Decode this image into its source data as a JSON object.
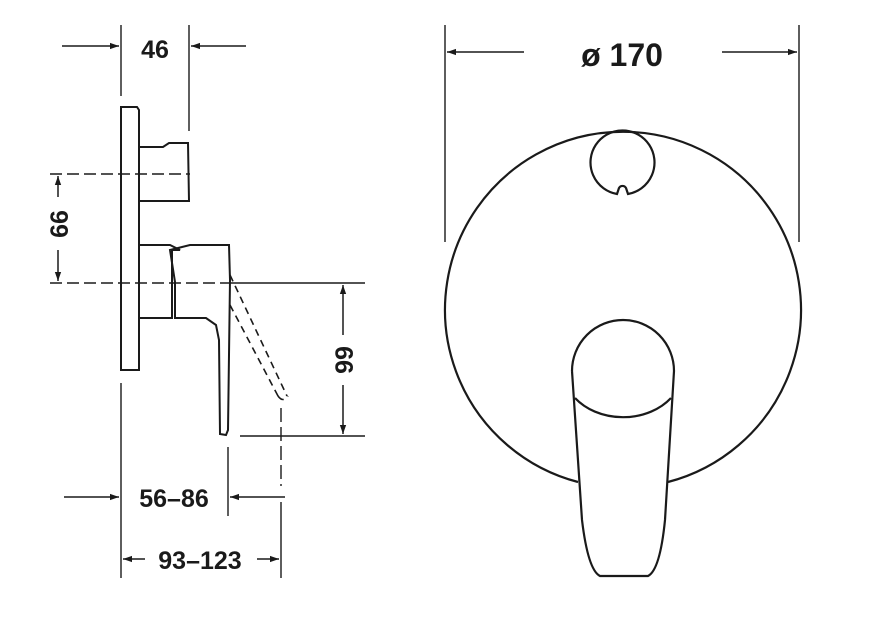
{
  "drawing": {
    "side_view": {
      "dimensions": {
        "top_width": "46",
        "vertical_upper": "66",
        "vertical_lower": "99",
        "bottom_range_1": "56–86",
        "bottom_range_2": "93–123"
      }
    },
    "front_view": {
      "dimensions": {
        "diameter": "ø 170"
      }
    },
    "colors": {
      "line": "#1a1a1a",
      "background": "#ffffff"
    }
  }
}
